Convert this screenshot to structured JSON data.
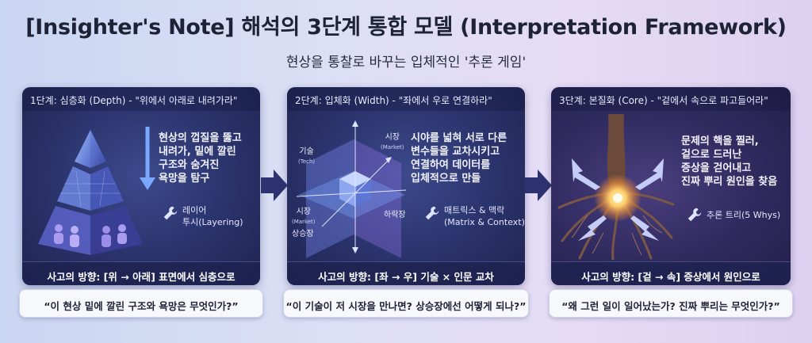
{
  "header": {
    "title": "[Insighter's Note] 해석의 3단계 통합 모델 (Interpretation Framework)",
    "subtitle": "현상을 통찰로 바꾸는 입체적인 '추론 게임'"
  },
  "stages": [
    {
      "heading": "1단계: 심층화 (Depth) - \"위에서 아래로 내려가라\"",
      "description": [
        "현상의 껍질을 뚫고",
        "내려가, 밑에 깔린",
        "구조와 숨겨진",
        "욕망을 탐구"
      ],
      "tool": [
        "레이어",
        "투시(Layering)"
      ],
      "direction": "사고의 방향: [위 → 아래] 표면에서 심층으로",
      "question": "“이 현상 밑에 깔린 구조와 욕망은 무엇인가?”"
    },
    {
      "heading": "2단계: 입체화 (Width) - \"좌에서 우로 연결하라\"",
      "description": [
        "시야를 넓혀 서로 다른",
        "변수들을 교차시키고",
        "연결하여 데이터를",
        "입체적으로 만들"
      ],
      "tool": [
        "매트릭스 & 맥락",
        "(Matrix & Context)"
      ],
      "labels": {
        "tech": "기술",
        "tech_en": "(Tech)",
        "market": "시장",
        "market_en": "(Market)",
        "market2": "시장",
        "market2_en": "(Market)",
        "rise": "상승장",
        "fall": "하락장"
      },
      "direction": "사고의 방향: [좌 → 우] 기술 × 인문 교차",
      "question": "“이 기술이 저 시장을 만나면? 상승장에선 어떻게 되나?”"
    },
    {
      "heading": "3단계: 본질화 (Core) - \"겉에서 속으로 파고들어라\"",
      "description": [
        "문제의 핵을 찔러,",
        "겉으로 드러난",
        "증상을 걷어내고",
        "진짜 뿌리 원인을 찾음"
      ],
      "tool": [
        "추론 트리(5 Whys)"
      ],
      "direction": "사고의 방향: [겉 → 속] 증상에서 원인으로",
      "question": "“왜 그런 일이 일어났는가? 진짜 뿌리는 무엇인가?”"
    }
  ],
  "colors": {
    "card_bg": "#2a326a",
    "accent_blue": "#7aa8ff",
    "core_glow": "#ffcf6a",
    "quote_bg": "#f7f8fc"
  }
}
